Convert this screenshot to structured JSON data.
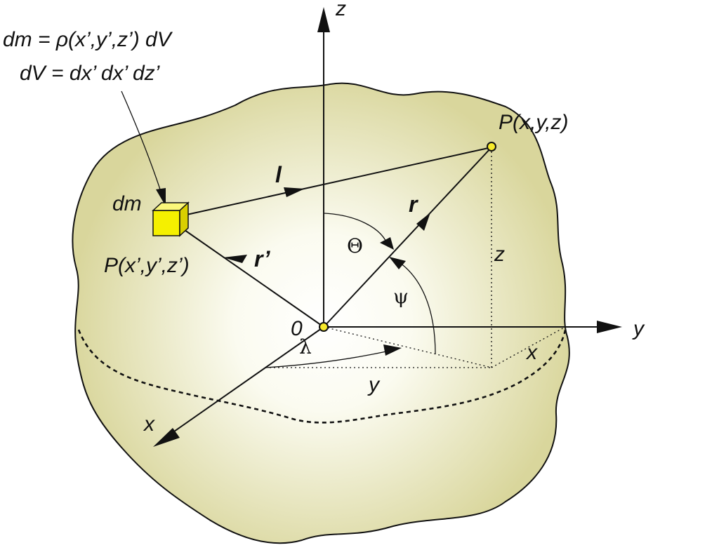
{
  "formula": {
    "line1": "dm = ρ(x’,y’,z’) dV",
    "line2": "dV = dx’ dx’ dz’"
  },
  "axes": {
    "z": "z",
    "y": "y",
    "x": "x",
    "origin": "0"
  },
  "element": {
    "label": "dm",
    "point": "P(x’,y’,z’)"
  },
  "point_p": "P(x,y,z)",
  "vectors": {
    "l": "l",
    "r": "r",
    "r_prime": "r’"
  },
  "angles": {
    "theta": "Θ",
    "psi": "ψ",
    "lambda": "λ"
  },
  "components": {
    "z": "z",
    "x": "x",
    "y": "y"
  },
  "colors": {
    "body_edge": "#dcd9a0",
    "body_center": "#ffffff",
    "mass_element": "#f5f000",
    "point_marker": "#f7ea2a"
  }
}
